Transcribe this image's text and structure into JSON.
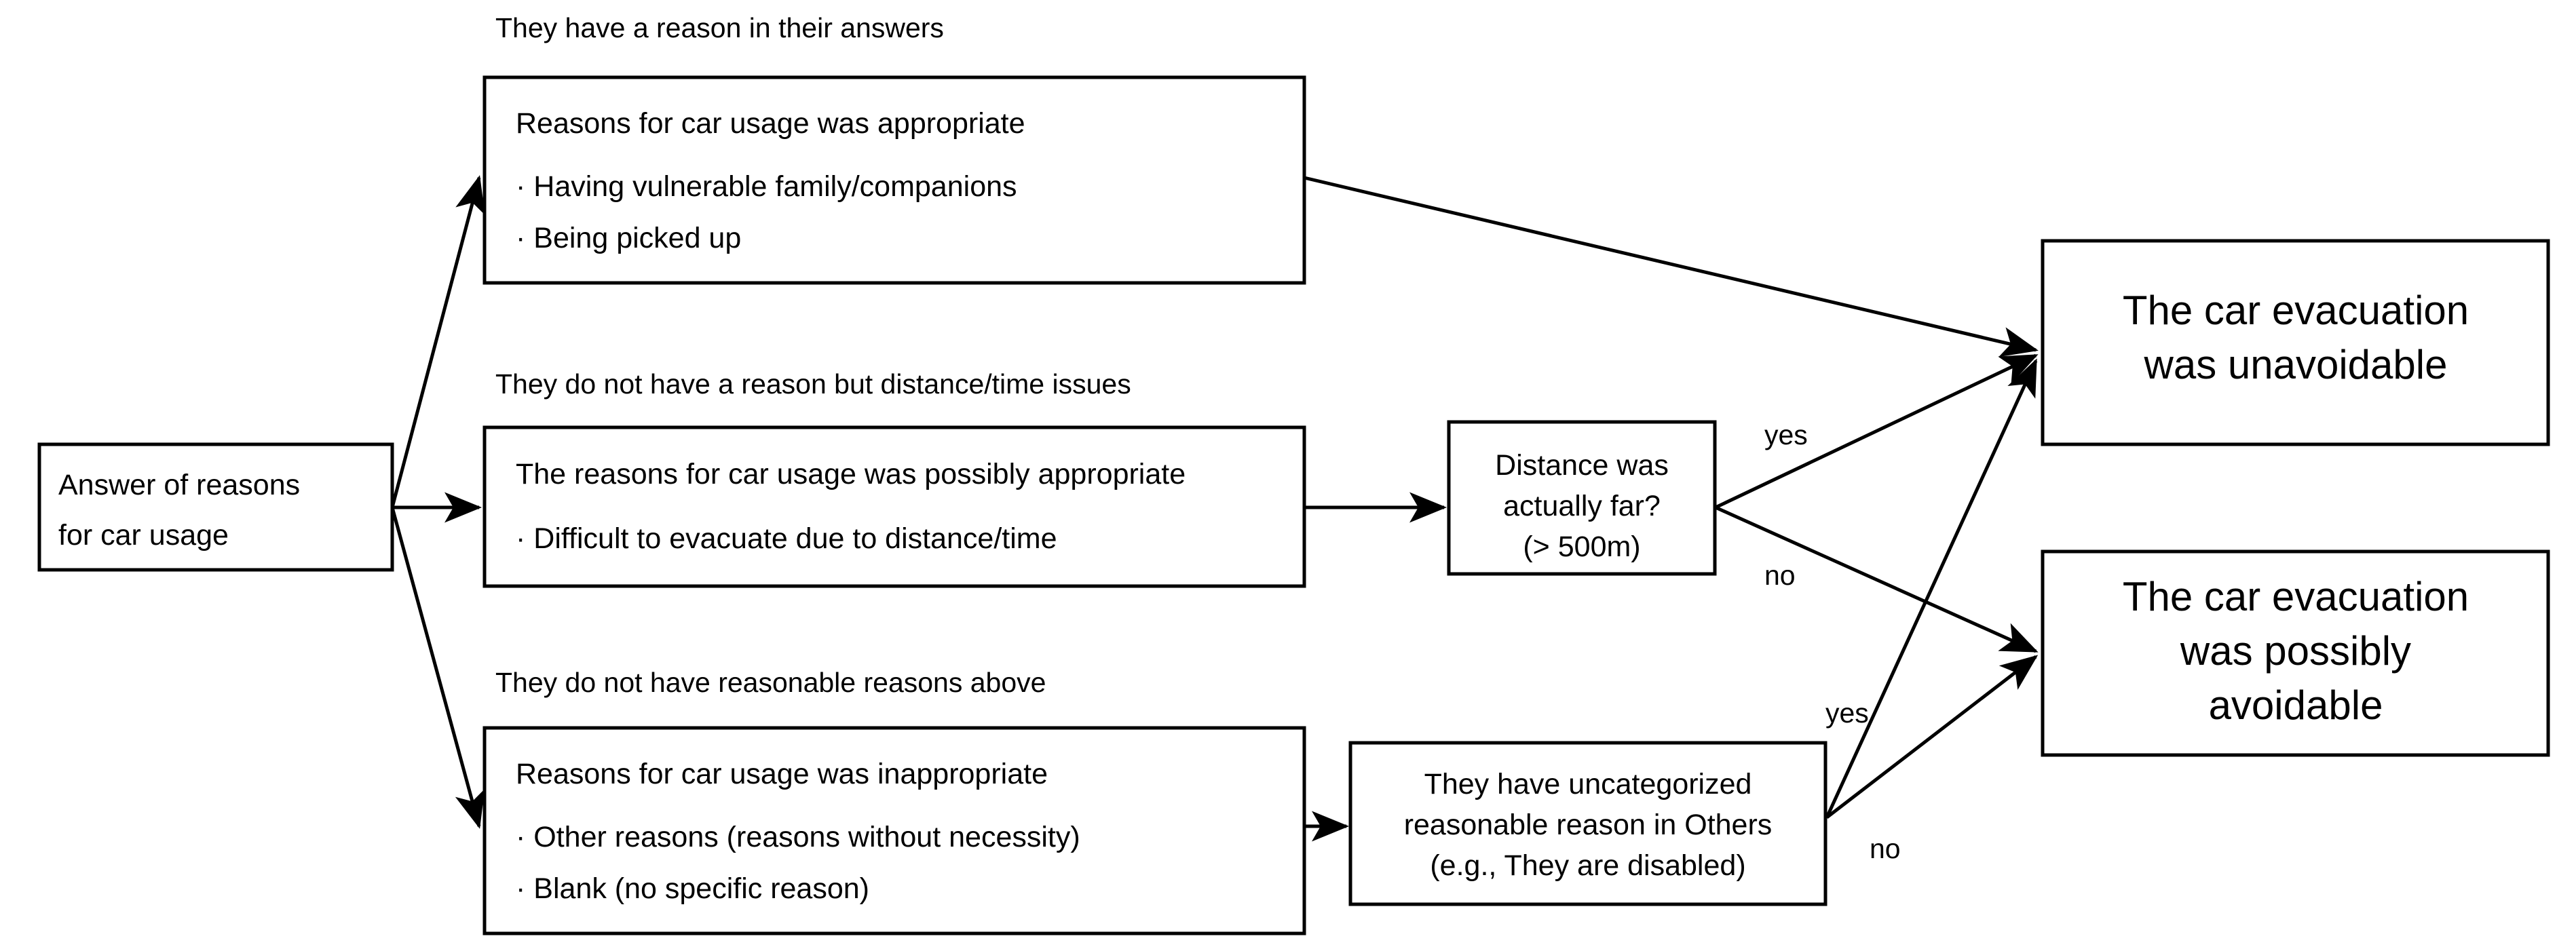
{
  "diagram": {
    "title": "Car evacuation reason classification flowchart",
    "colors": {
      "stroke": "#000000",
      "background": "#ffffff",
      "text": "#000000"
    },
    "source_node": {
      "line1": "Answer of reasons",
      "line2": "for car usage"
    },
    "branches": [
      {
        "group_label": "They have a reason in their answers",
        "box_title": "Reasons for car usage was appropriate",
        "bullets": [
          "· Having vulnerable family/companions",
          "· Being picked up"
        ]
      },
      {
        "group_label": "They do not have a reason but distance/time issues",
        "box_title": "The reasons for car usage was possibly appropriate",
        "bullets": [
          "· Difficult to evacuate due to distance/time"
        ]
      },
      {
        "group_label": "They do not have reasonable reasons above",
        "box_title": "Reasons for car usage was inappropriate",
        "bullets": [
          "· Other reasons (reasons without necessity)",
          "· Blank (no specific reason)"
        ]
      }
    ],
    "decision_distance": {
      "line1": "Distance was",
      "line2": "actually far?",
      "line3": "(> 500m)",
      "yes_label": "yes",
      "no_label": "no"
    },
    "decision_others": {
      "line1": "They have uncategorized",
      "line2": "reasonable reason in Others",
      "line3": "(e.g., They are disabled)",
      "yes_label": "yes",
      "no_label": "no"
    },
    "outcomes": [
      {
        "id": "unavoidable",
        "line1": "The car evacuation",
        "line2": "was unavoidable",
        "line3": ""
      },
      {
        "id": "possibly-avoidable",
        "line1": "The car evacuation",
        "line2": "was possibly",
        "line3": "avoidable"
      }
    ]
  }
}
